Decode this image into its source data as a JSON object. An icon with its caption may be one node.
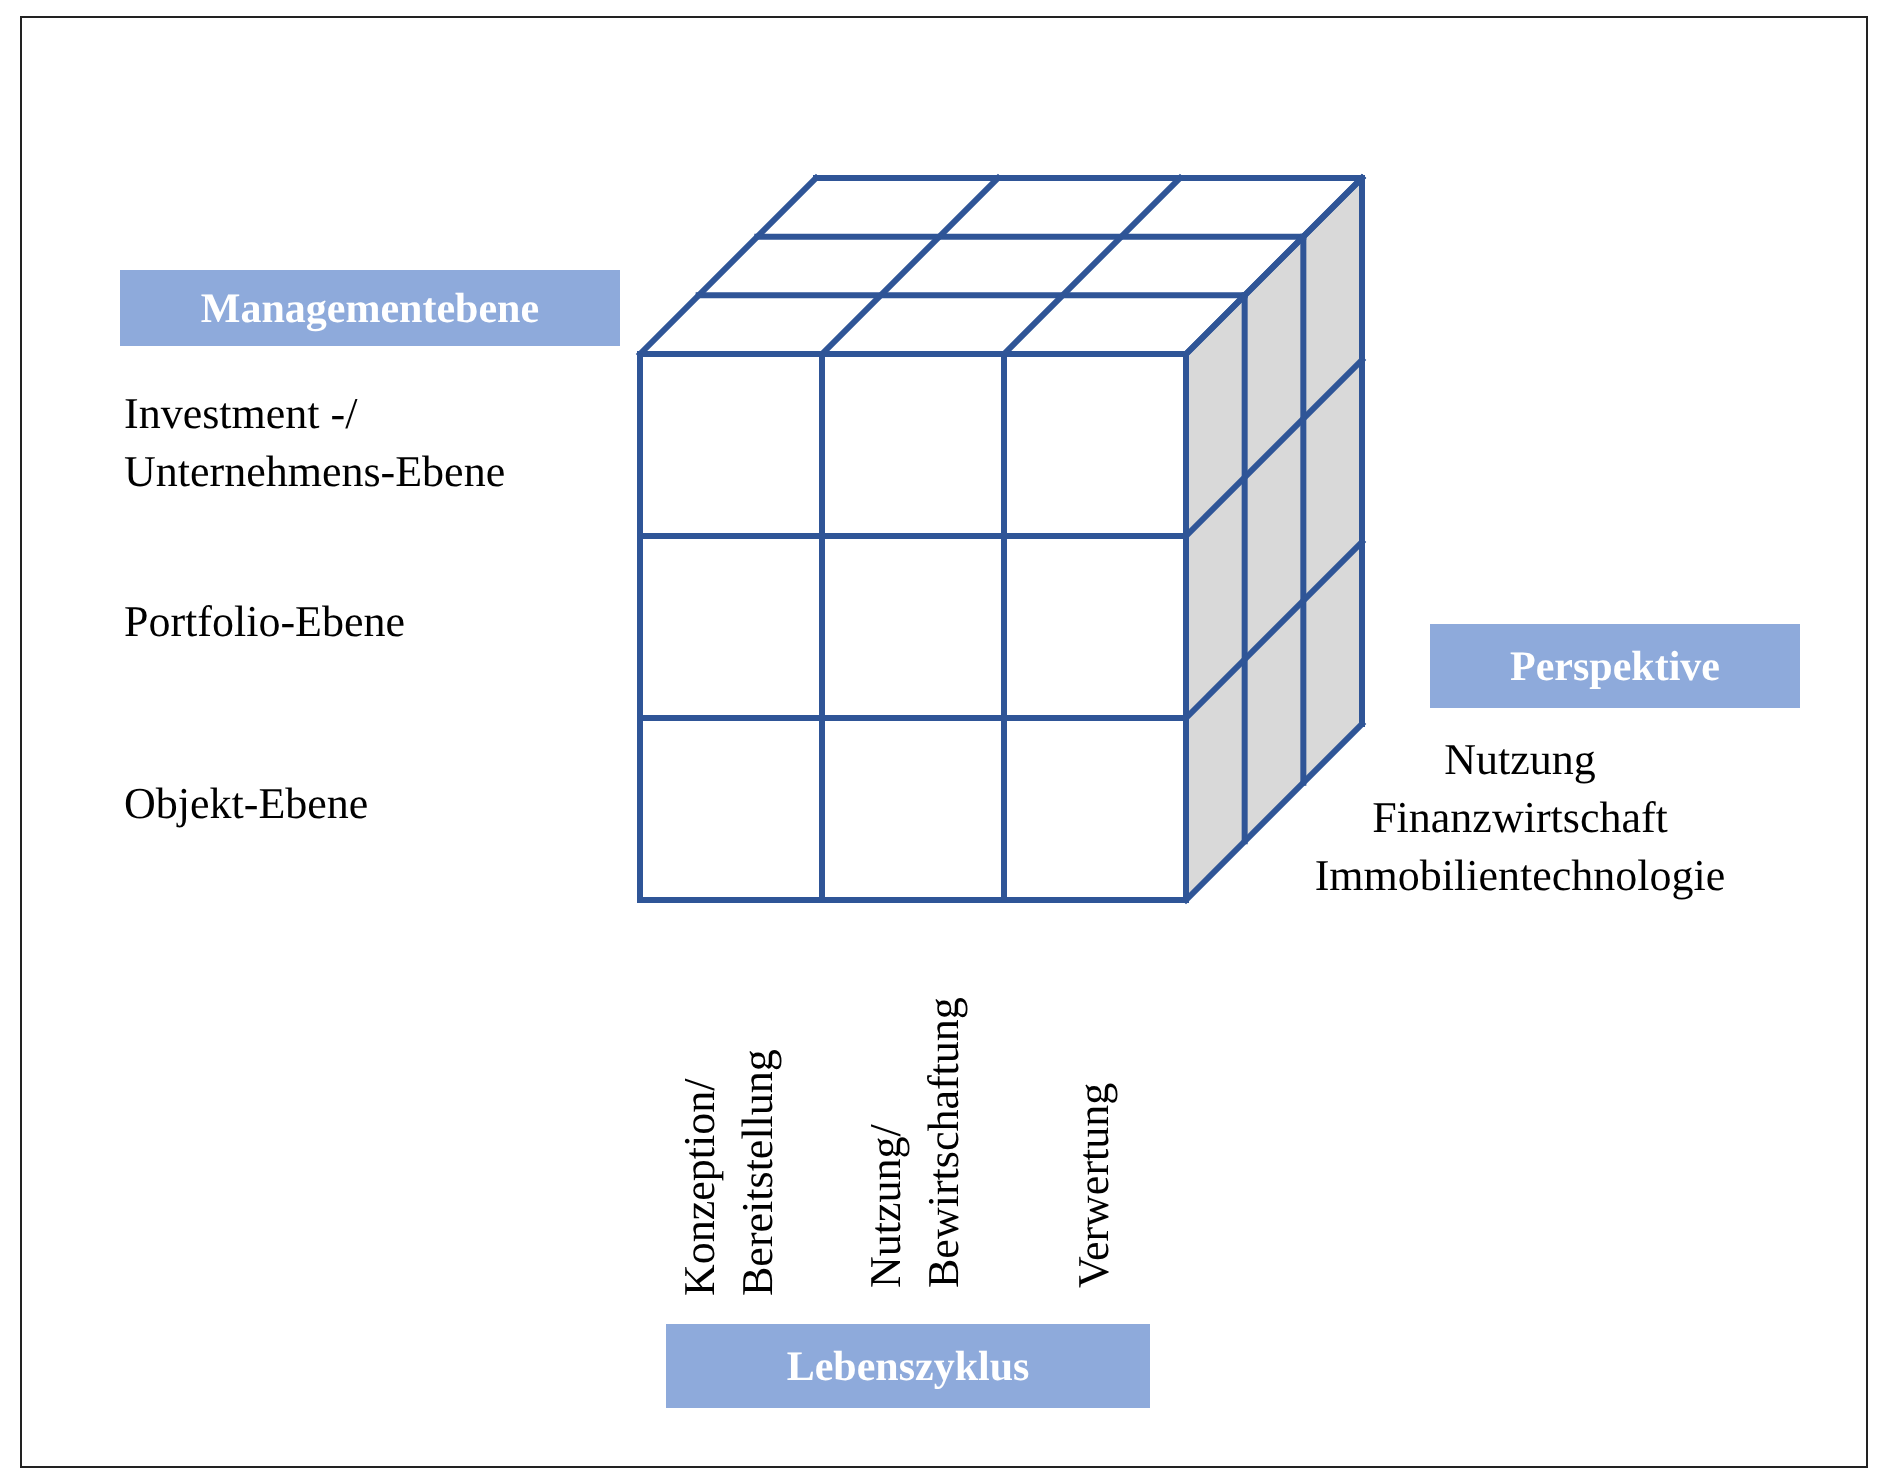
{
  "diagram": {
    "nodes": [
      {
        "text": [
          "Managementebene"
        ]
      },
      {
        "text": [
          "Perspektive"
        ]
      },
      {
        "text": [
          "Lebenszyklus"
        ]
      }
    ],
    "labels": [
      "Investment -/ Unternehmens-Ebene",
      "Portfolio-Ebene",
      "Objekt-Ebene",
      "Nutzung",
      "Finanzwirtschaft",
      "Immobilientechnologie",
      "Konzeption/ Bereitstellung",
      "Nutzung/ Bewirtschaftung",
      "Verwertung"
    ]
  }
}
